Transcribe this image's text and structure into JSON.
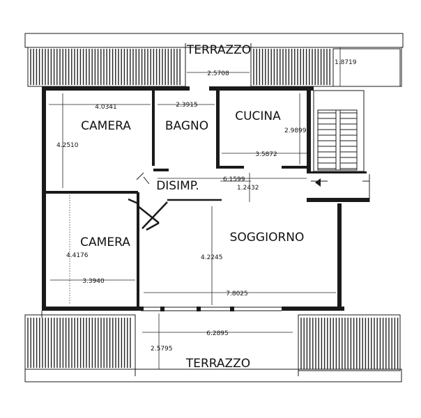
{
  "plan": {
    "colors": {
      "ink": "#1a1a1a",
      "paper": "#ffffff"
    },
    "rooms": {
      "terrazzo_top": "TERRAZZO",
      "camera_top": "CAMERA",
      "bagno": "BAGNO",
      "cucina": "CUCINA",
      "disimp": "DISIMP.",
      "camera_bottom": "CAMERA",
      "soggiorno": "SOGGIORNO",
      "terrazzo_bottom": "TERRAZZO"
    },
    "dimensions": {
      "terrazzo_top_width": "2.5708",
      "terrazzo_top_depth": "1.8719",
      "camera_top_width": "4.0341",
      "camera_top_depth": "4.2510",
      "bagno_width": "2.3915",
      "cucina_depth": "2.9899",
      "cucina_width": "3.5872",
      "disimp_width": "6.1599",
      "disimp_depth": "1.2432",
      "camera_bottom_depth": "4.4176",
      "camera_bottom_width": "3.3940",
      "soggiorno_depth": "4.2245",
      "soggiorno_width": "7.8025",
      "terrazzo_bottom_width": "6.2895",
      "terrazzo_bottom_depth": "2.5795"
    }
  }
}
